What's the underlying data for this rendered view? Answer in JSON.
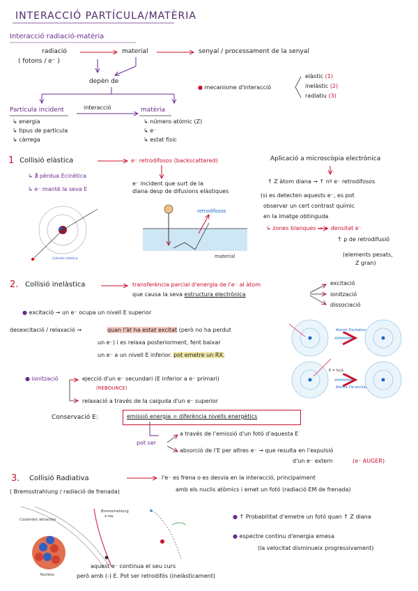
{
  "title": "INTERACCIÓ PARTÍCULA/MATÈRIA",
  "intro": {
    "heading": "Interacció radiació-matèria",
    "radiacio": "radiació",
    "fotons": "( fotons / e⁻ )",
    "material": "material",
    "senyal": "senyal / processament de la senyal",
    "depen": "depèn de",
    "mecanisme": "mecanisme d'interacció",
    "mech_items": [
      "elàstic",
      "inelàstic",
      "radiatiu"
    ],
    "mech_nums": [
      "(1)",
      "(2)",
      "(3)"
    ],
    "particula_title": "Partícula incident",
    "interaccio": "interacció",
    "materia_title": "matèria",
    "particula_items": [
      "↳ energia",
      "↳ tipus de partícula",
      "↳ càrrega"
    ],
    "materia_items": [
      "↳ número atòmic (Z)",
      "↳ e⁻",
      "↳ estat físic"
    ]
  },
  "s1": {
    "num": "1",
    "heading": "Collisió elàstica",
    "retro": "e⁻ retrodifosos (backscattered)",
    "perdua": "↳ ∄ pèrdua Ecinètica",
    "mante": "↳ e⁻ manté la seva E",
    "incident": [
      "e⁻ incident que surt de la",
      "diana desp de difusions elàstiques"
    ],
    "fig1_label": "Colisión elástica",
    "fig2_label": "retrodifosos",
    "fig2_material": "material",
    "app_title": "Aplicació a microscòpia electrònica",
    "app_line": "↑ Z àtom diana → ↑ nº e⁻ retrodifosos",
    "app_desc": [
      "(si es detecten aquests e⁻, es pot",
      "observar un cert contrast químic",
      "en la imatge obtinguda"
    ],
    "zones": "↳ zones blanques → + densitat e⁻",
    "rho": "↑ ρ de retrodifusió",
    "elements": [
      "(elements pesats,",
      "Z gran)"
    ]
  },
  "s2": {
    "num": "2.",
    "heading": "Collisió inelàstica",
    "transfer": [
      "transferència parcial d'energia de l'e⁻ al àtom",
      "que causa la seva estructura electrònica"
    ],
    "effects": [
      "excitació",
      "ionització",
      "dissociació"
    ],
    "excit": "excitació → un e⁻ ocupa un nivell E superior",
    "desex_label": "desexcitació / relaxació →",
    "desex_text": [
      "quan l'àt ha estat excitat (però no ha perdut",
      "un e⁻) i es relaxa posteriorment, fent baixar",
      "un e⁻ a un nivell E inferior."
    ],
    "emet_ray": "pot emetre un RX.",
    "fig_excit": "Atomic Excitation",
    "fig_deexcit": "Atomic De-excitation",
    "fig_e": "E = hc/λ",
    "ionit_label": "ionització",
    "ionit_1": "ejecció d'un e⁻ secundari (E inferior a e⁻ primari)",
    "rebounce": "(REBOUNCE)",
    "ionit_2": "relaxació a través de la caiguda d'un e⁻ superior",
    "conserv_label": "Conservació E:",
    "conserv_box": "emissió energia = diferència nivells energètics",
    "pot_ser": "pot ser",
    "opt1": "a través de l'emissió d'un fotó d'aquesta E",
    "opt2": "absorció de l'E per altres e⁻ → que resulta en l'expulsió",
    "opt2b": "d'un e⁻ extern",
    "auger": "(e⁻ AUGER)"
  },
  "s3": {
    "num": "3.",
    "heading": "Collisió Radiativa",
    "bremss": "( Bremsstrahlung / radiació de frenada)",
    "desc": [
      "l'e⁻ es frena o es desvia en la interacció, principalment",
      "amb els nuclis atòmics i emet un fotó (radiació EM de frenada)"
    ],
    "fig_coulomb": "Coulombic attraction",
    "fig_brems": [
      "Bremsstrahlung",
      "x-ray"
    ],
    "fig_nucleus": "Nucleus",
    "note": [
      "aquest e⁻ continua el seu curs",
      "però amb (-) E. Pot ser retrodifós (inelàsticament)"
    ],
    "prob": "↑ Probabilitat d'emetre un fotó quan ↑ Z diana",
    "espectre": [
      "espectre continu d'energia emesa",
      "(la velocitat disminueix progressivament)"
    ]
  }
}
